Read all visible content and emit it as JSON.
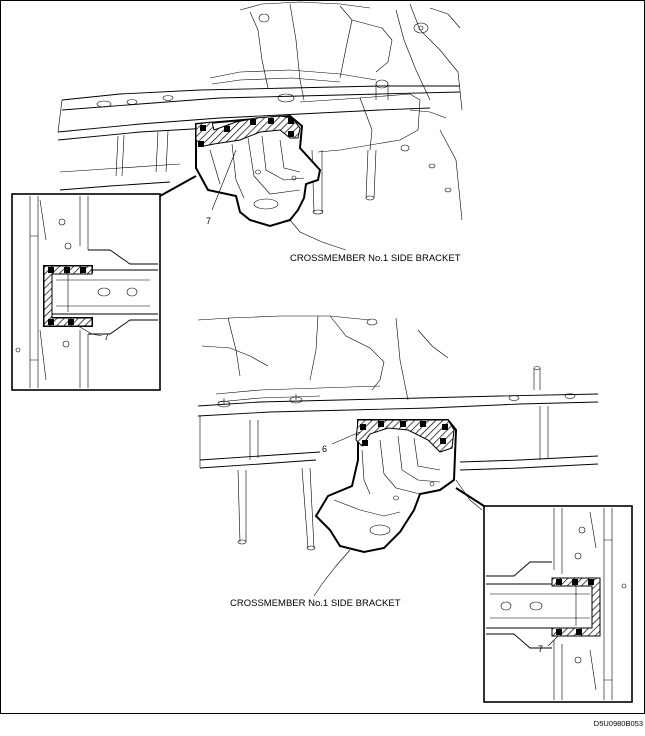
{
  "figure": {
    "top_view": {
      "label": "CROSSMEMBER No.1 SIDE BRACKET",
      "callout": "7",
      "inset_callout": "7"
    },
    "bottom_view": {
      "label": "CROSSMEMBER No.1 SIDE BRACKET",
      "callout": "6",
      "inset_callout": "7"
    },
    "figure_code": "D5U0980B053"
  }
}
